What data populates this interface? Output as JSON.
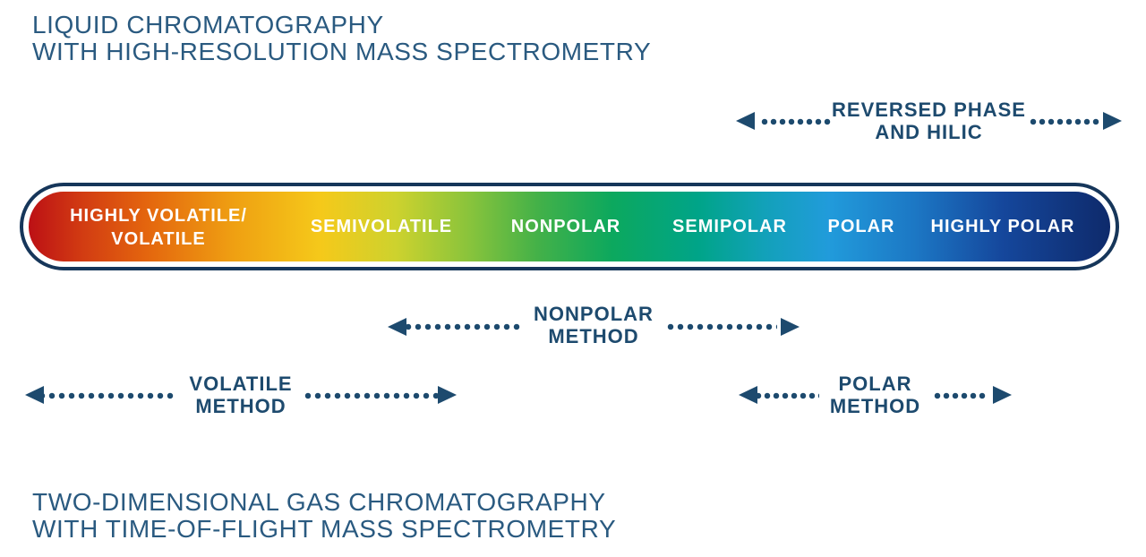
{
  "titles": {
    "top_line1": "LIQUID CHROMATOGRAPHY",
    "top_line2": "WITH HIGH-RESOLUTION MASS SPECTROMETRY",
    "bottom_line1": "TWO-DIMENSIONAL GAS CHROMATOGRAPHY",
    "bottom_line2": "WITH TIME-OF-FLIGHT MASS SPECTROMETRY"
  },
  "polarity_bar": {
    "segments": [
      {
        "lines": [
          "HIGHLY VOLATILE/",
          "VOLATILE"
        ]
      },
      {
        "lines": [
          "SEMIVOLATILE"
        ]
      },
      {
        "lines": [
          "NONPOLAR"
        ]
      },
      {
        "lines": [
          "SEMIPOLAR"
        ]
      },
      {
        "lines": [
          "POLAR"
        ]
      },
      {
        "lines": [
          "HIGHLY POLAR"
        ]
      }
    ],
    "outline_color": "#16365a",
    "label_text_color": "#ffffff",
    "gradient_stops": [
      "#bc1015",
      "#d23c12",
      "#e4660e",
      "#efa012",
      "#f5c91a",
      "#cdd22e",
      "#86c33c",
      "#44b148",
      "#0ca85e",
      "#00a489",
      "#12a1b9",
      "#219bdb",
      "#1c77c4",
      "#15479c",
      "#0e2a6b"
    ]
  },
  "method_ranges": {
    "reversed_phase": {
      "line1": "REVERSED PHASE",
      "line2": "AND HILIC"
    },
    "nonpolar": {
      "line1": "NONPOLAR",
      "line2": "METHOD"
    },
    "volatile": {
      "line1": "VOLATILE",
      "line2": "METHOD"
    },
    "polar": {
      "line1": "POLAR",
      "line2": "METHOD"
    }
  },
  "colors": {
    "title_text": "#2a5a80",
    "method_text": "#1d4a6e",
    "arrow": "#1d4a6e",
    "background": "#ffffff"
  }
}
